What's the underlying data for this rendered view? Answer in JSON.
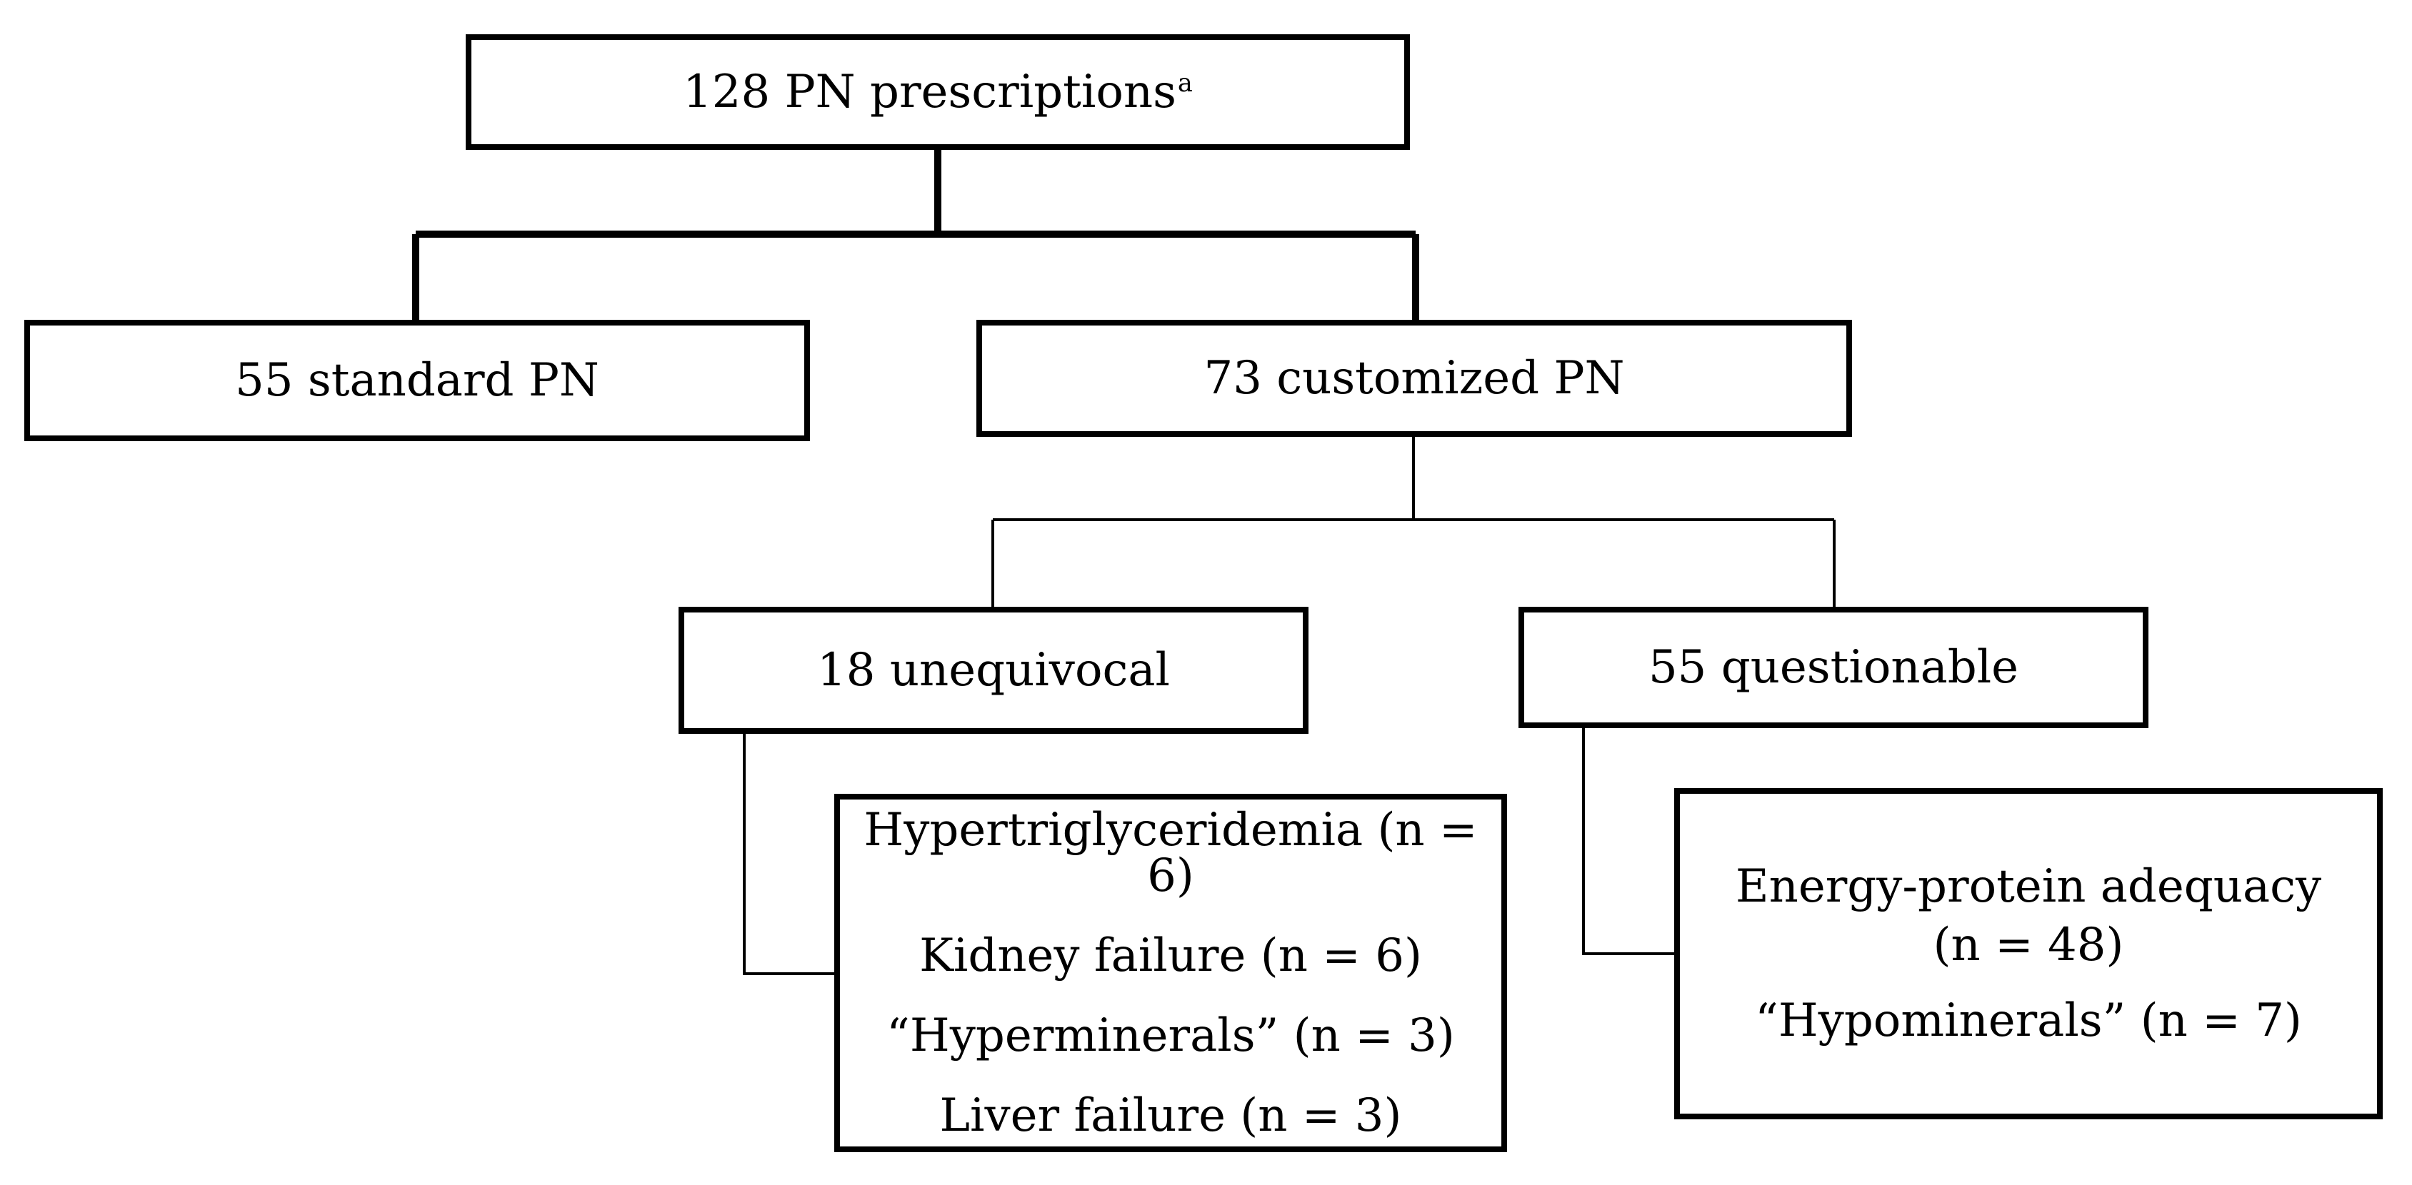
{
  "root": {
    "label": "128 PN prescriptions",
    "superscript": "a"
  },
  "standard": {
    "label": "55 standard PN"
  },
  "customized": {
    "label": "73 customized PN"
  },
  "unequivocal": {
    "label": "18 unequivocal",
    "reasons": [
      "Hypertriglyceridemia (n = 6)",
      "Kidney failure (n = 6)",
      "“Hyperminerals” (n = 3)",
      "Liver failure (n = 3)"
    ]
  },
  "questionable": {
    "label": "55 questionable",
    "reasons": [
      {
        "line1": "Energy-protein adequacy",
        "line2": "(n = 48)"
      },
      {
        "line1": "“Hypominerals” (n = 7)"
      }
    ]
  }
}
